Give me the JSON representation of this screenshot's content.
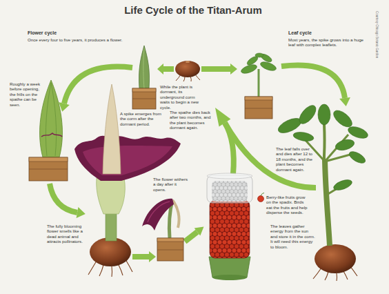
{
  "diagram": {
    "title": "Life Cycle of the Titan-Arum",
    "labels": [
      "Flower cycle",
      "Once every four to five years, it produces a flower.",
      "Leaf cycle",
      "Most years, the spike grows into a huge leaf with complex leaflets.",
      "Roughly a week before opening, the frills on the spathe can be seen.",
      "A spike emerges from the corm after the dormant period.",
      "While the plant is dormant, its underground corm waits to begin a new cycle.",
      "The spathe dies back after two months, and the plant becomes dormant again.",
      "The flower withers a day after it opens.",
      "The leaf falls over and dies after 12 to 18 months, and the plant becomes dormant again.",
      "The fully blooming flower smells like a dead animal and attracts pollinators.",
      "Berry-like fruits grow on the spadix. Birds eat the fruits and help disperse the seeds.",
      "The leaves gather energy from the sun and store it in the corm. It will need this energy to bloom.",
      "Courtesy Chicago Botanic Garden"
    ]
  }
}
